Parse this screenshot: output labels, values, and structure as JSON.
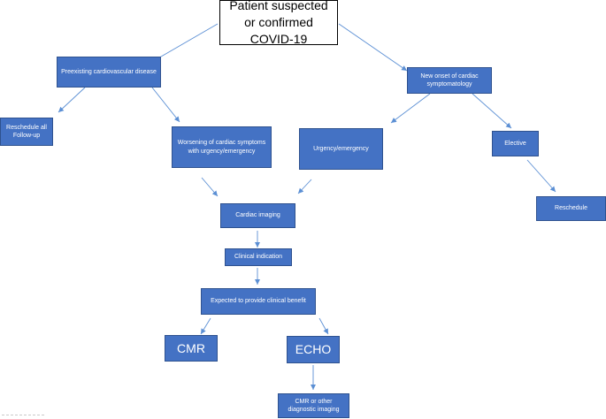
{
  "diagram": {
    "nodes": {
      "root": "Patient suspected or confirmed COVID-19",
      "preexisting": "Preexisting cardiovascular disease",
      "new_onset": "New onset of cardiac symptomatology",
      "reschedule_all": "Reschedule all Follow-up",
      "worsening": "Worsening of cardiac symptoms with urgency/emergency",
      "urgency": "Urgency/emergency",
      "elective": "Elective",
      "reschedule": "Reschedule",
      "cardiac_imaging": "Cardiac imaging",
      "clinical_indication": "Clinical indication",
      "expected_benefit": "Expected to provide clinical benefit",
      "cmr": "CMR",
      "echo": "ECHO",
      "cmr_other": "CMR or other diagnostic imaging"
    },
    "colors": {
      "node_fill": "#4472c4",
      "node_border": "#2f528f",
      "node_text": "#ffffff",
      "root_border": "#000000",
      "arrow": "#5b8fd4"
    }
  }
}
